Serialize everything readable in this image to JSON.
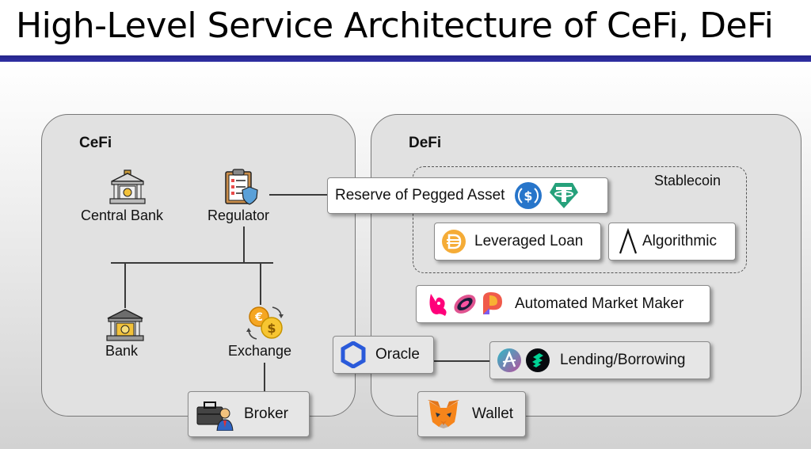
{
  "title": "High-Level Service Architecture of CeFi, DeFi",
  "cefi": {
    "title": "CeFi",
    "central_bank": "Central Bank",
    "regulator": "Regulator",
    "bank": "Bank",
    "exchange": "Exchange",
    "broker": "Broker"
  },
  "defi": {
    "title": "DeFi",
    "stablecoin": "Stablecoin",
    "reserve": "Reserve of Pegged Asset",
    "leveraged_loan": "Leveraged Loan",
    "algorithmic": "Algorithmic",
    "amm": "Automated Market Maker",
    "oracle": "Oracle",
    "lending": "Lending/Borrowing",
    "wallet": "Wallet"
  },
  "colors": {
    "title_rule": "#2b2b9a",
    "panel": "#e1e1e1",
    "usdc": "#2775ca",
    "tether": "#26a17b",
    "dai": "#f5ac37",
    "chainlink": "#2a5ada",
    "aave": "#b6509e",
    "metamask": "#e2761b"
  }
}
